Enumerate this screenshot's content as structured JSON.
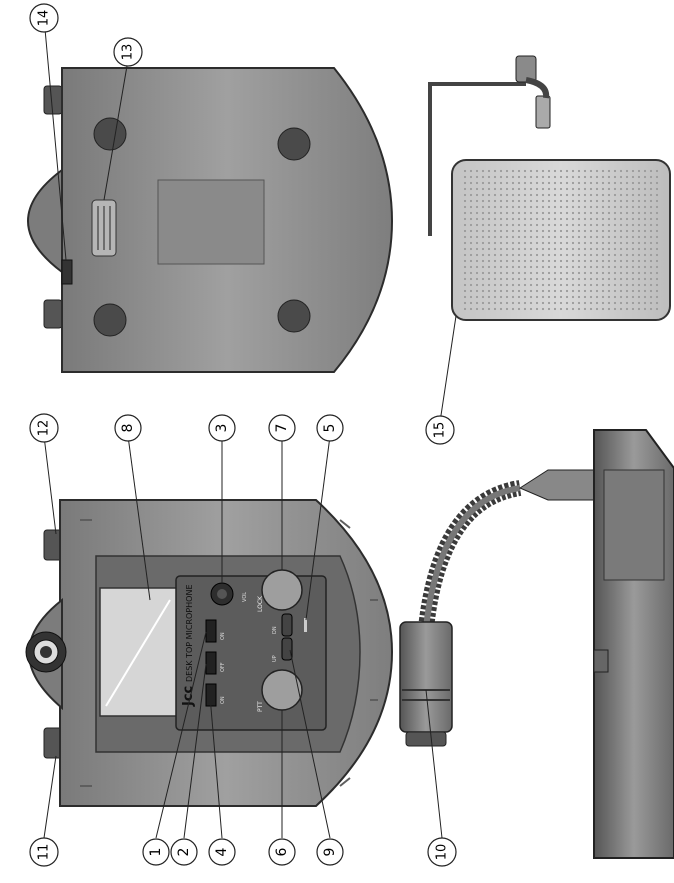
{
  "callouts": [
    "1",
    "2",
    "3",
    "4",
    "5",
    "6",
    "7",
    "8",
    "9",
    "10",
    "11",
    "12",
    "13",
    "14",
    "15"
  ],
  "brand": "Jcc",
  "model": "DESK TOP MICROPHONE",
  "panel": {
    "ptt_label": "PTT",
    "lock_label": "LOCK",
    "up_label": "UP",
    "down_label": "DN",
    "volume_label": "VOL",
    "switch_labels": [
      "ON",
      "OFF",
      "ON"
    ]
  },
  "colors": {
    "body": "#8f8f8f",
    "body_dark": "#6e6e6e",
    "body_light": "#b8b8b8",
    "panel": "#5c5c5c",
    "outline": "#2c2c2c"
  }
}
